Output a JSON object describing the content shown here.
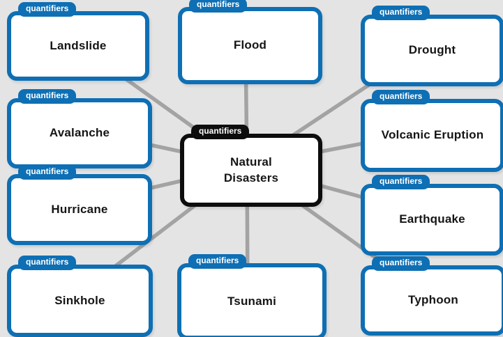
{
  "palette": {
    "background": "#e4e4e4",
    "node_border_blue": "#0e6fb4",
    "node_border_black": "#0d0d0d",
    "node_fill": "#ffffff",
    "connector_gray": "#a3a3a3",
    "badge_text": "#ffffff",
    "label_text": "#151515"
  },
  "center_node": {
    "badge": "quantifiers",
    "label": "Natural\nDisasters"
  },
  "nodes": [
    {
      "badge": "quantifiers",
      "label": "Landslide"
    },
    {
      "badge": "quantifiers",
      "label": "Flood"
    },
    {
      "badge": "quantifiers",
      "label": "Drought"
    },
    {
      "badge": "quantifiers",
      "label": "Avalanche"
    },
    {
      "badge": "quantifiers",
      "label": "Volcanic Eruption"
    },
    {
      "badge": "quantifiers",
      "label": "Hurricane"
    },
    {
      "badge": "quantifiers",
      "label": "Earthquake"
    },
    {
      "badge": "quantifiers",
      "label": "Sinkhole"
    },
    {
      "badge": "quantifiers",
      "label": "Tsunami"
    },
    {
      "badge": "quantifiers",
      "label": "Typhoon"
    }
  ]
}
